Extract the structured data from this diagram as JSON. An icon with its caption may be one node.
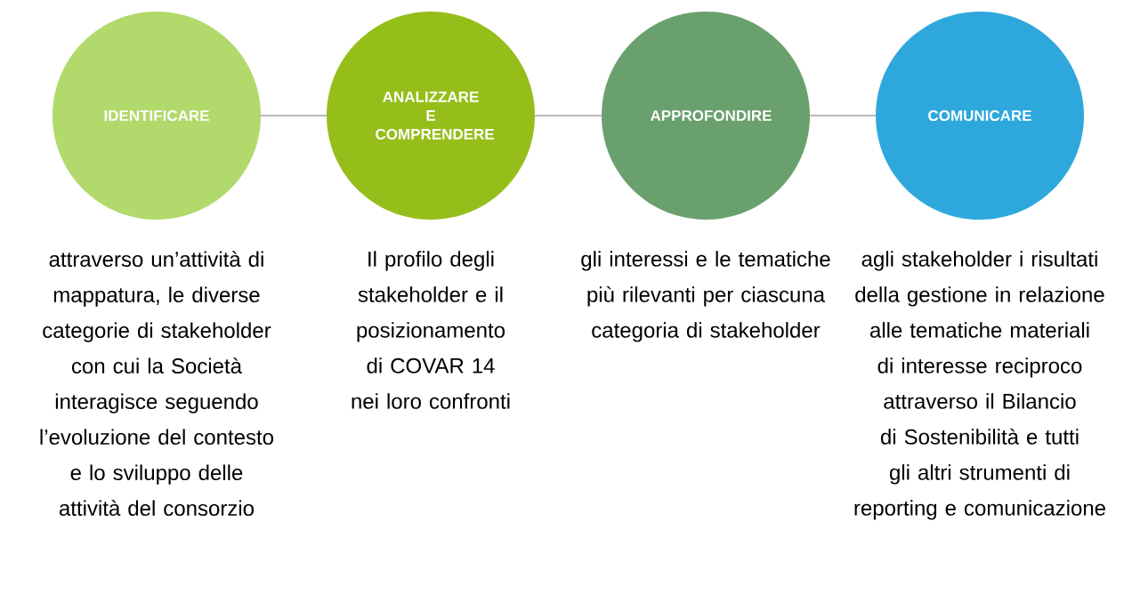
{
  "diagram": {
    "nodes": [
      {
        "text": [
          "IDENTIFICARE"
        ],
        "beside": [
          "attraverso un’attività di mappatura, le diverse categorie di stakeholder con cui la Società interagisce seguendo l’evoluzione del contesto e lo sviluppo delle attività del consorzio"
        ]
      },
      {
        "text": [
          "ANALIZZARE E COMPRENDERE"
        ],
        "beside": [
          "Il profilo degli stakeholder e il posizionamento di COVAR 14 nei loro confronti"
        ]
      },
      {
        "text": [
          "APPROFONDIRE"
        ],
        "beside": [
          "gli interessi e le tematiche più rilevanti per ciascuna categoria di stakeholder"
        ]
      },
      {
        "text": [
          "COMUNICARE"
        ],
        "beside": [
          "agli stakeholder i risultati della gestione in relazione alle tematiche materiali di interesse reciproco attraverso il Bilancio di Sostenibilità e tutti gli altri strumenti di reporting e comunicazione"
        ]
      }
    ],
    "edges": [
      {
        "from": 0,
        "to": 1,
        "arrow": "none"
      },
      {
        "from": 1,
        "to": 2,
        "arrow": "none"
      },
      {
        "from": 2,
        "to": 3,
        "arrow": "none"
      }
    ]
  }
}
